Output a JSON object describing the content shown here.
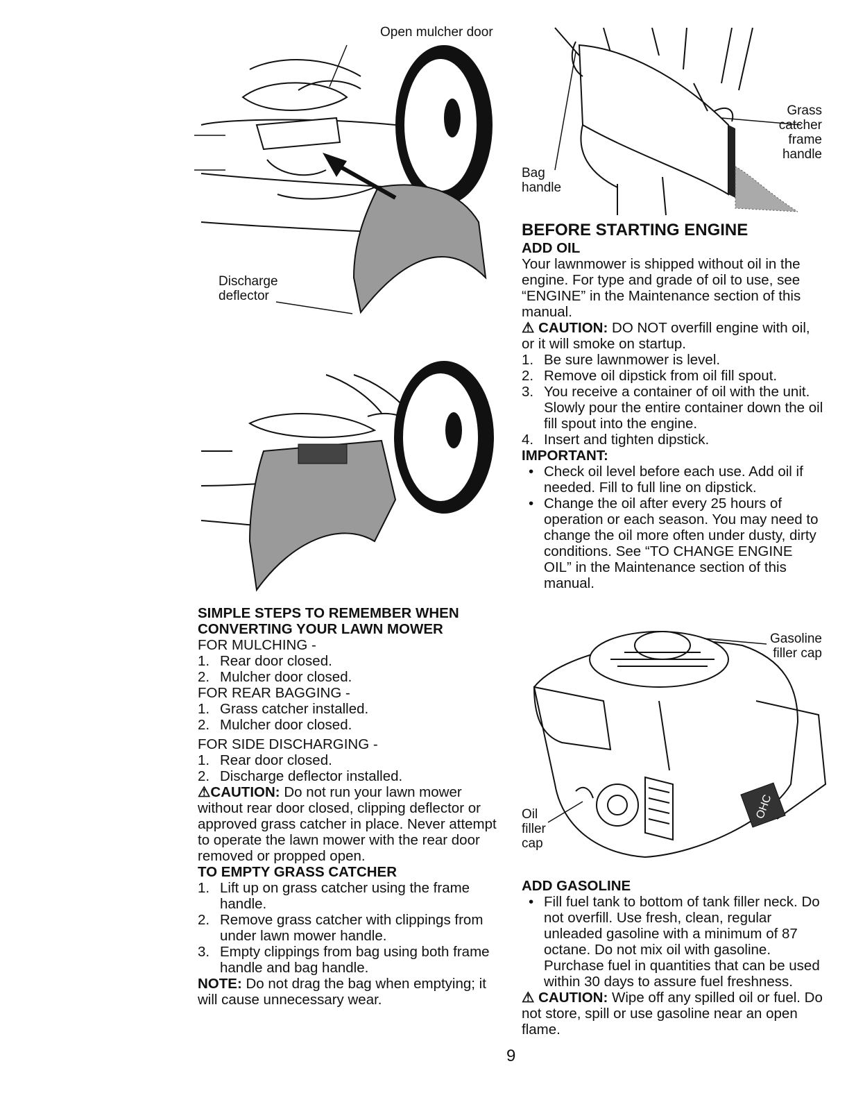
{
  "figures": {
    "mulcher": {
      "label_open": "Open mulcher door",
      "label_discharge": "Discharge\ndeflector"
    },
    "grass_catcher": {
      "label_bag": "Bag\nhandle",
      "label_frame": "Grass\ncatcher\nframe\nhandle"
    },
    "engine": {
      "label_gas": "Gasoline\nfiller cap",
      "label_oil": "Oil\nfiller\ncap",
      "badge": "OHC"
    }
  },
  "left": {
    "heading1": "SIMPLE STEPS TO REMEMBER WHEN",
    "heading2": "CONVERTING YOUR LAWN MOWER",
    "mulching_title": "FOR MULCHING -",
    "mulching": [
      "Rear door closed.",
      "Mulcher door closed."
    ],
    "bagging_title": "FOR REAR BAGGING -",
    "bagging": [
      "Grass catcher installed.",
      "Mulcher door closed."
    ],
    "discharging_title": "FOR SIDE DISCHARGING -",
    "discharging": [
      "Rear door closed.",
      "Discharge deflector installed."
    ],
    "caution_label": "CAUTION:",
    "caution_text": "Do not run your lawn mower without rear door closed, clipping deflector or approved grass catcher in place. Never attempt to operate the lawn mower with the rear door removed or propped open.",
    "empty_title": "TO EMPTY GRASS CATCHER",
    "empty_steps": [
      "Lift up on grass catcher using the frame handle.",
      "Remove grass catcher with clippings from under lawn mower handle.",
      "Empty clippings from bag using both frame handle and bag handle."
    ],
    "note_label": "NOTE:",
    "note_text": "Do not drag the bag when emptying; it will cause unnecessary wear."
  },
  "right": {
    "title": "BEFORE STARTING ENGINE",
    "add_oil": "ADD OIL",
    "oil_intro": "Your lawnmower is shipped without oil in the engine. For type and grade of oil to use, see “ENGINE” in the Maintenance section of this manual.",
    "caution_label": "CAUTION:",
    "oil_caution": "DO NOT overfill engine with oil, or it will smoke on startup.",
    "oil_steps": [
      "Be sure lawnmower is level.",
      "Remove oil dipstick from oil fill spout.",
      "You receive a container of oil with the unit. Slowly pour the entire container down the oil fill spout into the engine.",
      "Insert and tighten dipstick."
    ],
    "important": "IMPORTANT:",
    "important_items": [
      "Check oil level before each use. Add oil if needed. Fill to full line on dipstick.",
      "Change the oil after every 25 hours of operation or each season. You may need to change the oil more often under dusty, dirty conditions. See “TO CHANGE ENGINE OIL” in the Maintenance section of this manual."
    ],
    "add_gas": "ADD GASOLINE",
    "gas_items": [
      "Fill fuel tank to bottom of tank filler neck. Do not overfill. Use fresh, clean, regular unleaded gasoline with a minimum of 87 octane. Do not mix oil with gasoline. Purchase fuel in quantities that can be used within 30 days to assure fuel freshness."
    ],
    "gas_caution_label": "CAUTION:",
    "gas_caution": "Wipe off any spilled oil or fuel. Do not store, spill or use gasoline near an open flame."
  },
  "page_number": "9"
}
